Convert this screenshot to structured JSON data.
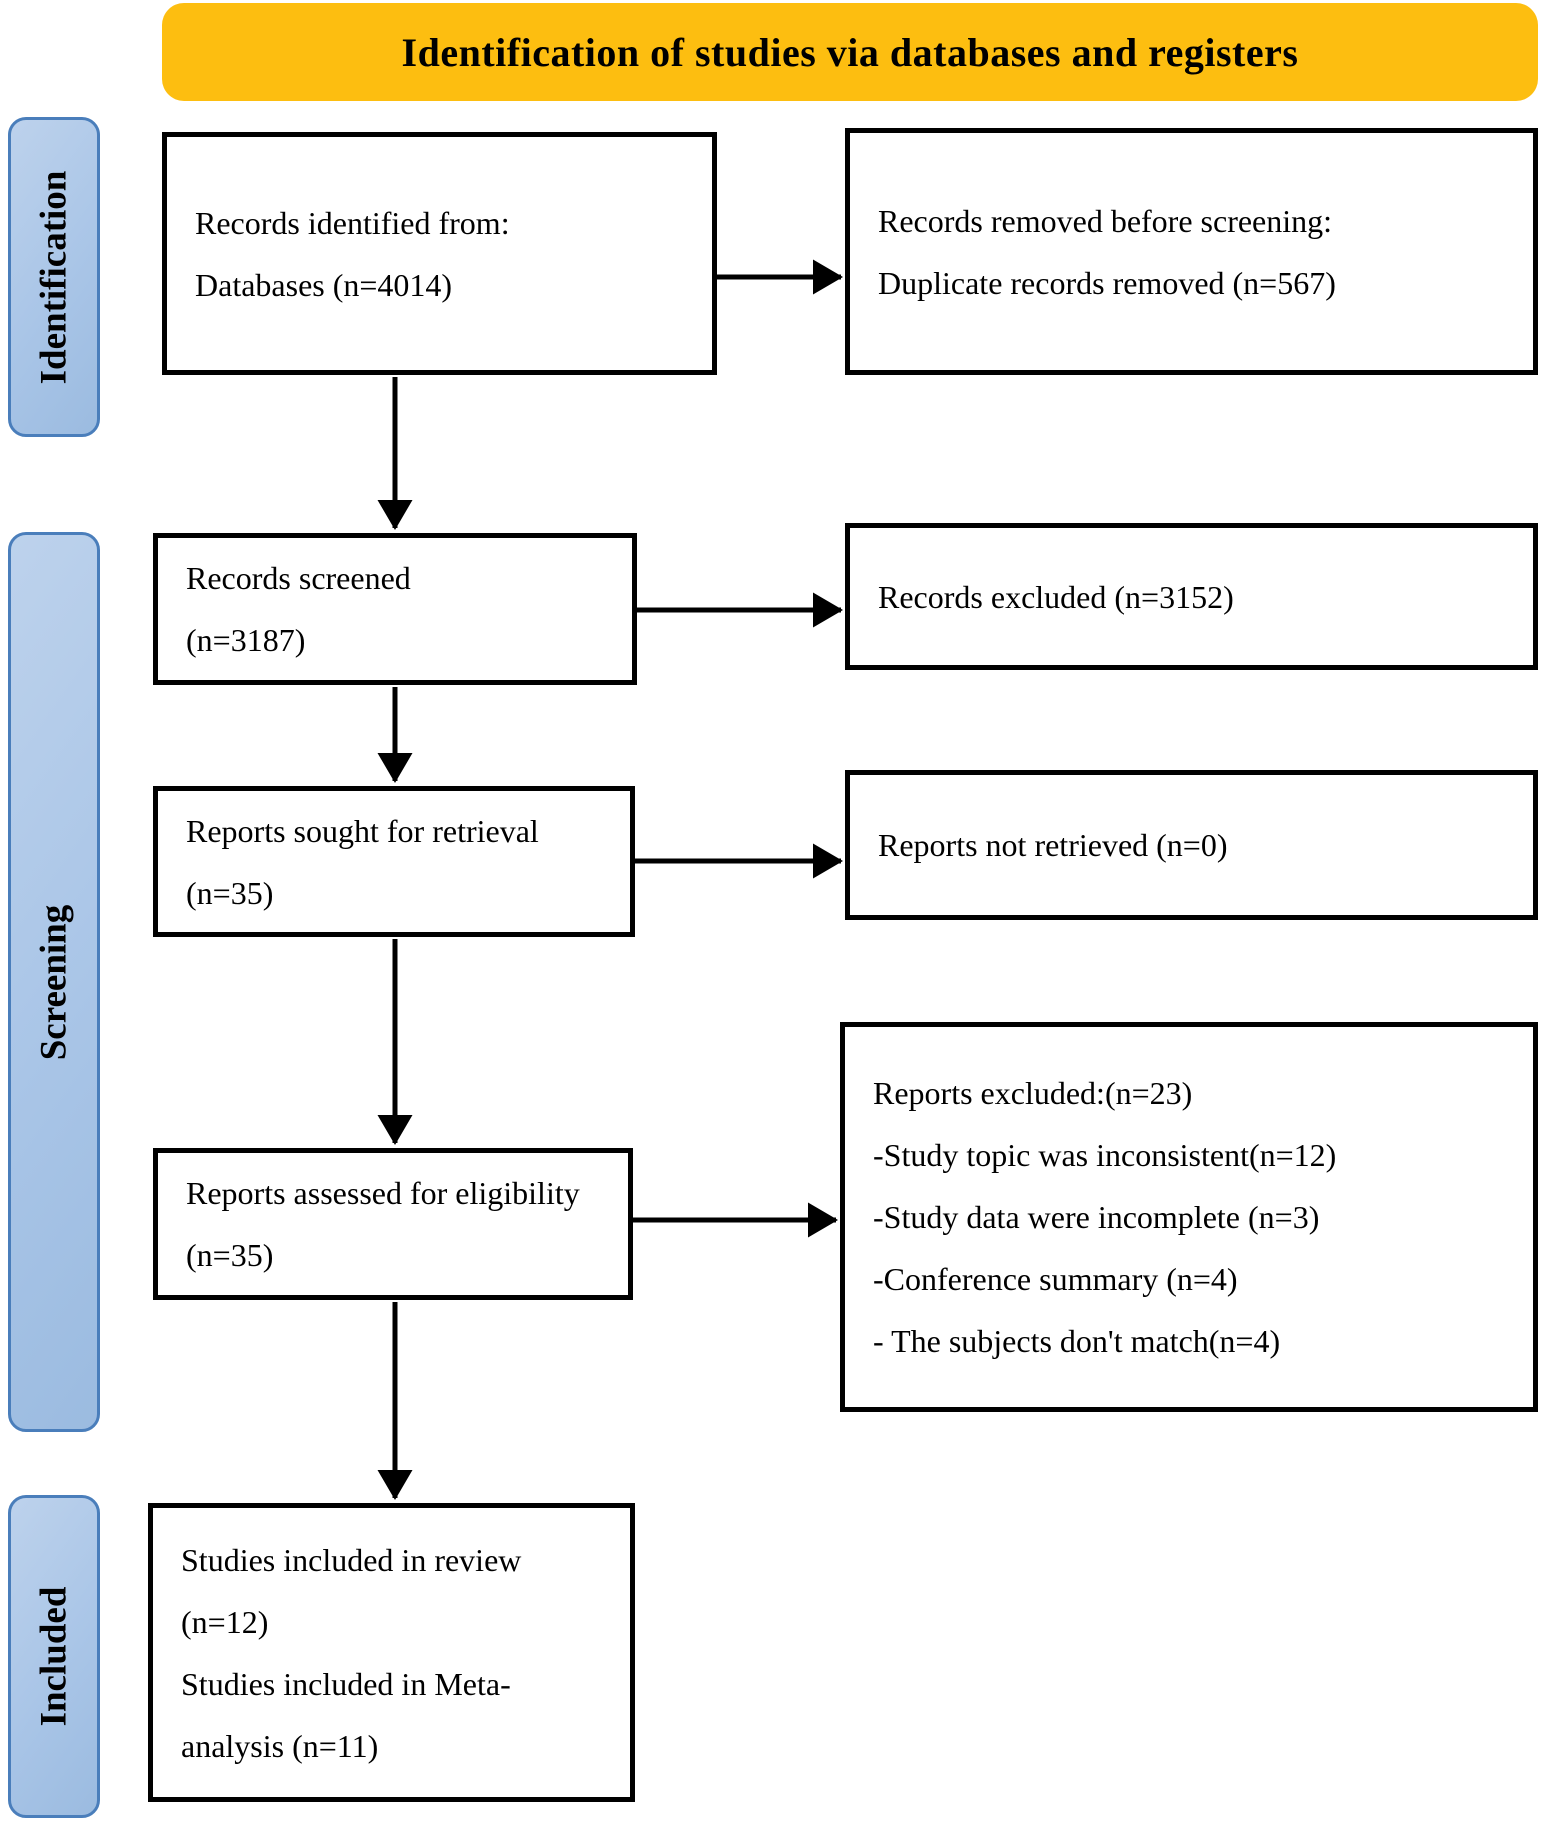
{
  "banner": {
    "title": "Identification of studies via databases and registers",
    "bg_color": "#FDBE10"
  },
  "stages": [
    {
      "label": "Identification"
    },
    {
      "label": "Screening"
    },
    {
      "label": "Included"
    }
  ],
  "stage_style": {
    "fill_color": "#A9C5E7",
    "border_color": "#4A7EBB"
  },
  "boxes": {
    "records_identified": {
      "lines": [
        "Records identified from:",
        "Databases (n=4014)"
      ]
    },
    "records_removed": {
      "lines": [
        "Records removed before screening:",
        "Duplicate records removed (n=567)"
      ]
    },
    "records_screened": {
      "lines": [
        "Records screened",
        "(n=3187)"
      ]
    },
    "records_excluded": {
      "lines": [
        "Records excluded (n=3152)"
      ]
    },
    "reports_sought": {
      "lines": [
        "Reports sought for retrieval",
        "(n=35)"
      ]
    },
    "reports_not_retrieved": {
      "lines": [
        "Reports not retrieved (n=0)"
      ]
    },
    "reports_assessed": {
      "lines": [
        "Reports assessed for eligibility",
        "(n=35)"
      ]
    },
    "reports_excluded": {
      "lines": [
        "Reports excluded:(n=23)",
        "-Study topic was inconsistent(n=12)",
        "-Study data were incomplete (n=3)",
        "-Conference summary (n=4)",
        "- The subjects don't match(n=4)"
      ]
    },
    "studies_included": {
      "lines": [
        "Studies included in review",
        "(n=12)",
        "Studies included in Meta-",
        "analysis (n=11)"
      ]
    }
  }
}
